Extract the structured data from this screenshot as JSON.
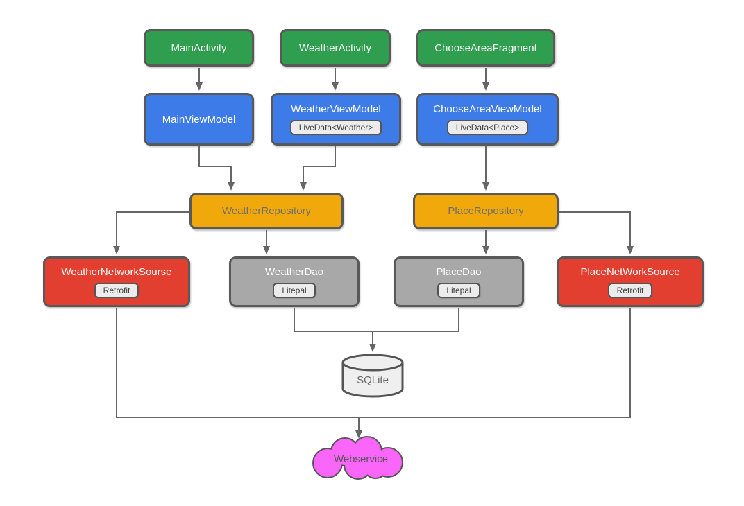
{
  "diagram": {
    "description": "Android MVVM weather app architecture diagram"
  },
  "colors": {
    "activity_green": "#2f9e4f",
    "viewmodel_blue": "#3d7be8",
    "repository_orange": "#f0a80b",
    "network_red": "#e23f30",
    "dao_gray": "#a8a8a8",
    "border_gray": "#595959",
    "line_gray": "#666666",
    "badge_bg": "#ececec",
    "cylinder_fill": "#efefef",
    "cloud_pink": "#f966f9"
  },
  "nodes": {
    "main_activity": {
      "label": "MainActivity"
    },
    "weather_activity": {
      "label": "WeatherActivity"
    },
    "choose_area_fragment": {
      "label": "ChooseAreaFragment"
    },
    "main_view_model": {
      "label": "MainViewModel"
    },
    "weather_view_model": {
      "label": "WeatherViewModel",
      "badge": "LiveData<Weather>"
    },
    "choose_area_view_model": {
      "label": "ChooseAreaViewModel",
      "badge": "LiveData<Place>"
    },
    "weather_repository": {
      "label": "WeatherRepository"
    },
    "place_repository": {
      "label": "PlaceRepository"
    },
    "weather_network_source": {
      "label": "WeatherNetworkSourse",
      "badge": "Retrofit"
    },
    "weather_dao": {
      "label": "WeatherDao",
      "badge": "Litepal"
    },
    "place_dao": {
      "label": "PlaceDao",
      "badge": "Litepal"
    },
    "place_network_source": {
      "label": "PlaceNetWorkSource",
      "badge": "Retrofit"
    },
    "sqlite": {
      "label": "SQLite"
    },
    "webservice": {
      "label": "Webservice"
    }
  }
}
